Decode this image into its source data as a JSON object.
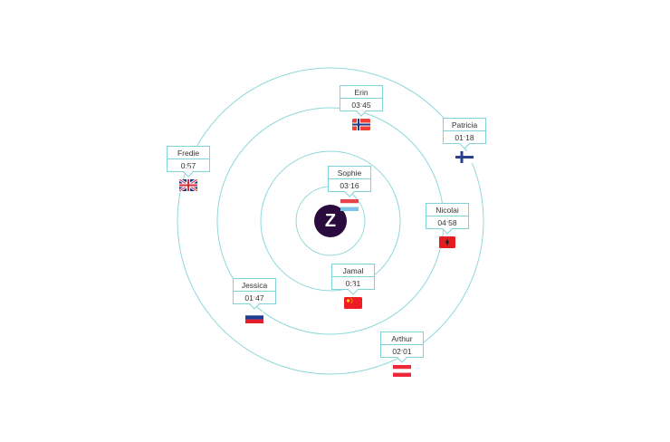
{
  "center": {
    "label": "Z",
    "color": "#2b0a3d"
  },
  "orbit_color": "#8fd8da",
  "people": [
    {
      "name": "Erin",
      "time": "03:45",
      "flag": "norway-flag-icon"
    },
    {
      "name": "Patricia",
      "time": "01:18",
      "flag": "finland-flag-icon"
    },
    {
      "name": "Fredie",
      "time": "0:57",
      "flag": "uk-flag-icon"
    },
    {
      "name": "Sophie",
      "time": "03:16",
      "flag": "luxembourg-flag-icon"
    },
    {
      "name": "Nicolai",
      "time": "04:58",
      "flag": "albania-flag-icon"
    },
    {
      "name": "Jamal",
      "time": "0:31",
      "flag": "china-flag-icon"
    },
    {
      "name": "Jessica",
      "time": "01:47",
      "flag": "russia-flag-icon"
    },
    {
      "name": "Arthur",
      "time": "02:01",
      "flag": "austria-flag-icon"
    }
  ]
}
